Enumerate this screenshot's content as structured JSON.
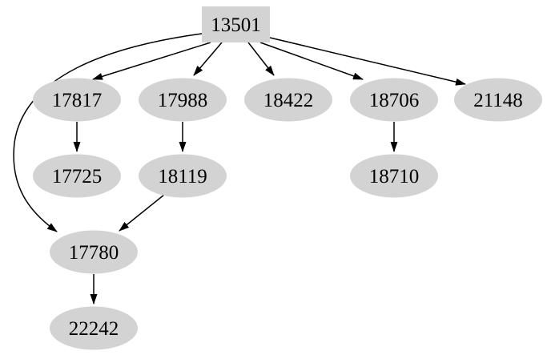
{
  "graph": {
    "type": "directed-graph",
    "colors": {
      "background": "#ffffff",
      "node_fill": "#d3d3d3",
      "edge": "#000000",
      "text": "#000000"
    },
    "nodes": [
      {
        "id": "13501",
        "label": "13501",
        "shape": "box"
      },
      {
        "id": "17817",
        "label": "17817",
        "shape": "ellipse"
      },
      {
        "id": "17988",
        "label": "17988",
        "shape": "ellipse"
      },
      {
        "id": "18422",
        "label": "18422",
        "shape": "ellipse"
      },
      {
        "id": "18706",
        "label": "18706",
        "shape": "ellipse"
      },
      {
        "id": "21148",
        "label": "21148",
        "shape": "ellipse"
      },
      {
        "id": "17725",
        "label": "17725",
        "shape": "ellipse"
      },
      {
        "id": "18119",
        "label": "18119",
        "shape": "ellipse"
      },
      {
        "id": "18710",
        "label": "18710",
        "shape": "ellipse"
      },
      {
        "id": "17780",
        "label": "17780",
        "shape": "ellipse"
      },
      {
        "id": "22242",
        "label": "22242",
        "shape": "ellipse"
      }
    ],
    "edges": [
      {
        "from": "13501",
        "to": "17817"
      },
      {
        "from": "13501",
        "to": "17988"
      },
      {
        "from": "13501",
        "to": "18422"
      },
      {
        "from": "13501",
        "to": "18706"
      },
      {
        "from": "13501",
        "to": "21148"
      },
      {
        "from": "13501",
        "to": "17780"
      },
      {
        "from": "17817",
        "to": "17725"
      },
      {
        "from": "17988",
        "to": "18119"
      },
      {
        "from": "18706",
        "to": "18710"
      },
      {
        "from": "18119",
        "to": "17780"
      },
      {
        "from": "17780",
        "to": "22242"
      }
    ]
  }
}
